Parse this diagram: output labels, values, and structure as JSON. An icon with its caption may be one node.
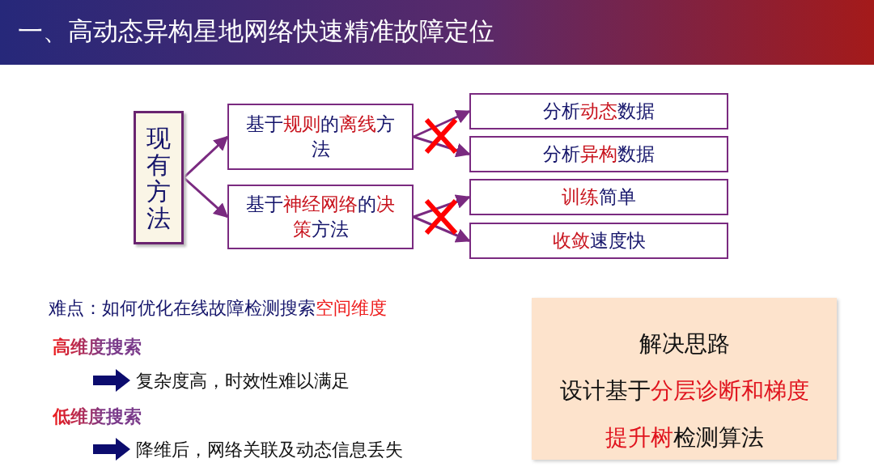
{
  "diagram": {
    "title": "一、高动态异构星地网络快速精准故障定位",
    "nodes": [
      {
        "text": [
          "现有方法"
        ]
      },
      {
        "text": [
          "基于**规则**的**离线**方法"
        ]
      },
      {
        "text": [
          "分析**动态**数据"
        ]
      },
      {
        "text": [
          "分析**异构**数据"
        ]
      },
      {
        "text": [
          "基于**神经网络**的**决策**方法"
        ]
      },
      {
        "text": [
          "**训练**简单"
        ]
      },
      {
        "text": [
          "**收敛**速度快"
        ]
      },
      {
        "text": [
          "解决思路",
          "设计基于**分层诊断和梯度提升树**检测算法"
        ]
      }
    ],
    "edges": [
      {
        "from": 0,
        "to": 1,
        "arrow": "to"
      },
      {
        "from": 0,
        "to": 4,
        "arrow": "to"
      },
      {
        "from": 1,
        "to": 2,
        "arrow": "to"
      },
      {
        "from": 1,
        "to": 3,
        "arrow": "to"
      },
      {
        "from": 4,
        "to": 5,
        "arrow": "to"
      },
      {
        "from": 4,
        "to": 6,
        "arrow": "to"
      }
    ],
    "labels": [
      "难点：如何优化在线故障检测搜索**空间维度**",
      "高维度搜索",
      "复杂度高，时效性难以满足",
      "低维度搜索",
      "降维后，网络关联及动态信息丢失"
    ]
  }
}
